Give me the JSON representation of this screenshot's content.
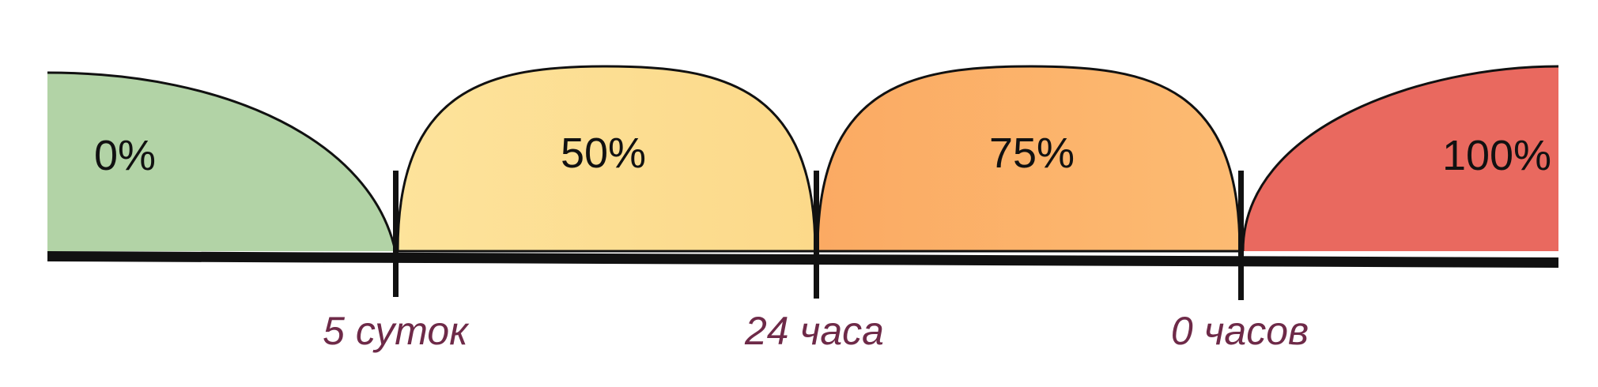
{
  "zones": [
    {
      "label": "0%",
      "color_from": "#b2d3a6",
      "color_to": "#b2d3a6"
    },
    {
      "label": "50%",
      "color_from": "#fde39b",
      "color_to": "#fcd98a"
    },
    {
      "label": "75%",
      "color_from": "#fbaa63",
      "color_to": "#fcbb72"
    },
    {
      "label": "100%",
      "color_from": "#e9695f",
      "color_to": "#e9695f"
    }
  ],
  "markers": [
    {
      "label": "5 суток"
    },
    {
      "label": "24 часа"
    },
    {
      "label": "0 часов"
    }
  ],
  "colors": {
    "outline": "#111111",
    "marker_text": "#6e2a48",
    "axis": "#111111"
  }
}
